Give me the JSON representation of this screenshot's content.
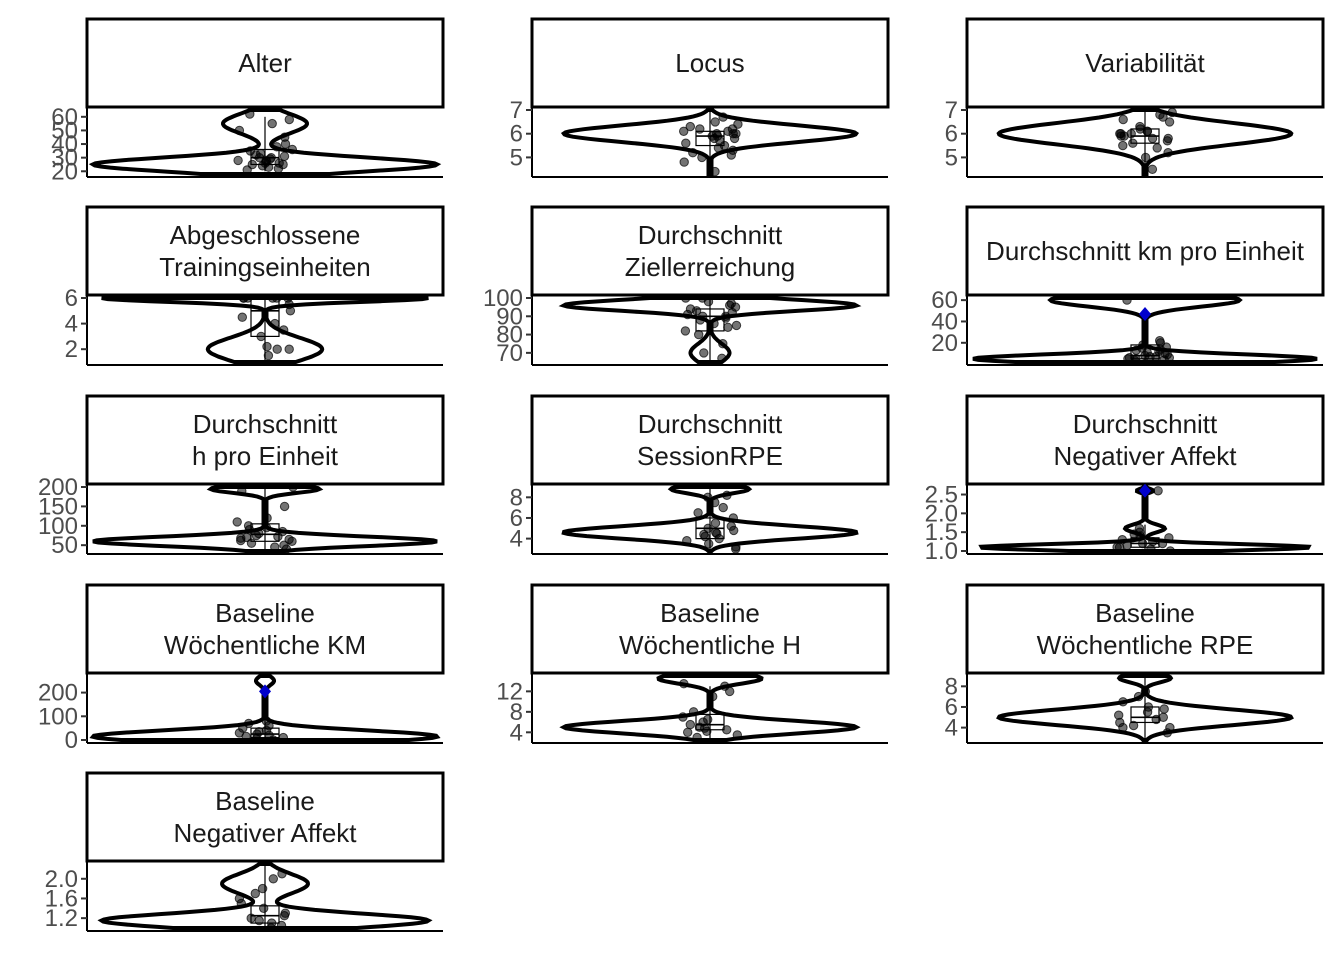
{
  "chart_data": {
    "type": "violin",
    "colors": {
      "outline": "#000000",
      "mean_marker": "#0000cc",
      "point": "#000000",
      "strip_fill": "#ffffff"
    },
    "panels": [
      {
        "strip": [
          "Alter"
        ],
        "yticks": [
          "20",
          "30",
          "40",
          "50",
          "60"
        ],
        "ylim": [
          18,
          65
        ],
        "points": [
          21,
          22,
          23,
          24,
          25,
          25,
          26,
          26,
          27,
          28,
          28,
          29,
          30,
          30,
          31,
          32,
          33,
          35,
          36,
          38,
          40,
          45,
          50,
          55,
          58,
          62
        ],
        "box": {
          "q1": 25,
          "median": 30,
          "q3": 36,
          "whisker_low": 20,
          "whisker_high": 60
        },
        "mean": null,
        "violin": {
          "mode": [
            25,
            0.9,
            5
          ],
          "bumps": [
            [
              55,
              0.22,
              7
            ]
          ],
          "width": 1.0
        }
      },
      {
        "strip": [
          "Locus"
        ],
        "yticks": [
          "5",
          "6",
          "7"
        ],
        "ylim": [
          4.3,
          7.0
        ],
        "points": [
          4.4,
          4.8,
          5.0,
          5.1,
          5.2,
          5.3,
          5.4,
          5.5,
          5.6,
          5.7,
          5.8,
          5.8,
          5.9,
          5.9,
          6.0,
          6.0,
          6.0,
          6.1,
          6.1,
          6.2,
          6.2,
          6.3,
          6.4,
          6.5,
          6.7
        ],
        "box": {
          "q1": 5.5,
          "median": 5.9,
          "q3": 6.1,
          "whisker_low": 4.3,
          "whisker_high": 7.0
        },
        "mean": null,
        "violin": {
          "mode": [
            6.0,
            0.8,
            0.35
          ],
          "bumps": [],
          "width": 0.85
        }
      },
      {
        "strip": [
          "Variabilität"
        ],
        "yticks": [
          "5",
          "6",
          "7"
        ],
        "ylim": [
          4.3,
          7.0
        ],
        "points": [
          4.5,
          5.0,
          5.2,
          5.4,
          5.5,
          5.6,
          5.7,
          5.8,
          5.8,
          5.9,
          5.9,
          6.0,
          6.0,
          6.0,
          6.1,
          6.1,
          6.2,
          6.3,
          6.5,
          6.6,
          6.7,
          6.8,
          6.9
        ],
        "box": {
          "q1": 5.6,
          "median": 5.9,
          "q3": 6.2,
          "whisker_low": 4.3,
          "whisker_high": 7.0
        },
        "mean": null,
        "violin": {
          "mode": [
            6.0,
            0.75,
            0.45
          ],
          "bumps": [],
          "width": 0.85
        }
      },
      {
        "strip": [
          "Abgeschlossene",
          "Trainingseinheiten"
        ],
        "yticks": [
          "2",
          "4",
          "6"
        ],
        "ylim": [
          1.0,
          6.0
        ],
        "points": [
          1.5,
          2.0,
          2.0,
          2.2,
          3.0,
          3.5,
          4.0,
          4.5,
          5.0,
          5.5,
          6.0,
          6.0,
          6.0,
          6.0,
          6.0,
          6.0
        ],
        "box": {
          "q1": 3.0,
          "median": 5.0,
          "q3": 6.0,
          "whisker_low": 1.0,
          "whisker_high": 6.0
        },
        "mean": null,
        "violin": {
          "mode": [
            6.0,
            1.0,
            0.3
          ],
          "bumps": [
            [
              2.0,
              0.35,
              0.9
            ]
          ],
          "width": 0.95
        }
      },
      {
        "strip": [
          "Durchschnitt",
          "Ziellerreichung"
        ],
        "yticks": [
          "70",
          "80",
          "90",
          "100"
        ],
        "ylim": [
          65,
          100
        ],
        "points": [
          67,
          70,
          75,
          80,
          82,
          84,
          85,
          86,
          88,
          89,
          90,
          90,
          91,
          92,
          93,
          94,
          95,
          96,
          97,
          98,
          100,
          100
        ],
        "box": {
          "q1": 82,
          "median": 90,
          "q3": 94,
          "whisker_low": 65,
          "whisker_high": 100
        },
        "mean": null,
        "violin": {
          "mode": [
            96,
            0.9,
            3
          ],
          "bumps": [
            [
              70,
              0.12,
              5
            ]
          ],
          "width": 0.85
        }
      },
      {
        "strip": [
          "Durchschnitt km pro Einheit"
        ],
        "yticks": [
          "20",
          "40",
          "60"
        ],
        "ylim": [
          2,
          62
        ],
        "points": [
          3,
          4,
          5,
          5,
          6,
          6,
          7,
          7,
          8,
          9,
          10,
          11,
          12,
          13,
          14,
          15,
          16,
          18,
          20,
          22,
          60
        ],
        "box": {
          "q1": 5,
          "median": 8,
          "q3": 18,
          "whisker_low": 2,
          "whisker_high": 30
        },
        "mean": 47,
        "violin": {
          "mode": [
            5,
            1.0,
            4
          ],
          "bumps": [
            [
              60,
              0.55,
              6
            ]
          ],
          "width": 1.0
        }
      },
      {
        "strip": [
          "Durchschnitt",
          "h pro Einheit"
        ],
        "yticks": [
          "50",
          "100",
          "150",
          "200"
        ],
        "ylim": [
          35,
          200
        ],
        "points": [
          40,
          45,
          50,
          55,
          60,
          62,
          65,
          68,
          70,
          72,
          75,
          80,
          85,
          90,
          95,
          100,
          110,
          120,
          150,
          190,
          200
        ],
        "box": {
          "q1": 60,
          "median": 78,
          "q3": 105,
          "whisker_low": 35,
          "whisker_high": 200
        },
        "mean": null,
        "violin": {
          "mode": [
            60,
            0.95,
            12
          ],
          "bumps": [
            [
              195,
              0.3,
              10
            ]
          ],
          "width": 1.0
        }
      },
      {
        "strip": [
          "Durchschnitt",
          "SessionRPE"
        ],
        "yticks": [
          "4",
          "6",
          "8"
        ],
        "ylim": [
          2.8,
          9.0
        ],
        "points": [
          3.0,
          3.2,
          3.5,
          3.8,
          4.0,
          4.2,
          4.4,
          4.5,
          4.6,
          4.8,
          5.0,
          5.2,
          5.5,
          6.0,
          6.5,
          7.0,
          7.5,
          8.0,
          8.2
        ],
        "box": {
          "q1": 4.0,
          "median": 5.0,
          "q3": 6.0,
          "whisker_low": 2.8,
          "whisker_high": 9.0
        },
        "mean": null,
        "violin": {
          "mode": [
            4.6,
            0.75,
            0.6
          ],
          "bumps": [
            [
              8.8,
              0.2,
              0.4
            ]
          ],
          "width": 0.85
        }
      },
      {
        "strip": [
          "Durchschnitt",
          "Negativer Affekt"
        ],
        "yticks": [
          "1.0",
          "1.5",
          "2.0",
          "2.5"
        ],
        "ylim": [
          1.0,
          2.7
        ],
        "points": [
          1.0,
          1.05,
          1.1,
          1.1,
          1.15,
          1.2,
          1.2,
          1.25,
          1.3,
          1.35,
          1.4,
          1.45,
          1.5,
          1.6,
          2.6
        ],
        "box": {
          "q1": 1.1,
          "median": 1.2,
          "q3": 1.35,
          "whisker_low": 1.0,
          "whisker_high": 1.7
        },
        "mean": 2.6,
        "violin": {
          "mode": [
            1.1,
            1.0,
            0.08
          ],
          "bumps": [
            [
              1.6,
              0.12,
              0.1
            ],
            [
              2.6,
              0.05,
              0.05
            ]
          ],
          "width": 0.95
        }
      },
      {
        "strip": [
          "Baseline",
          "Wöchentliche KM"
        ],
        "yticks": [
          "0",
          "100",
          "200"
        ],
        "ylim": [
          0,
          270
        ],
        "points": [
          0,
          5,
          10,
          15,
          20,
          25,
          30,
          35,
          40,
          50,
          60,
          70,
          80
        ],
        "box": {
          "q1": 10,
          "median": 25,
          "q3": 50,
          "whisker_low": 0,
          "whisker_high": 90
        },
        "mean": 205,
        "violin": {
          "mode": [
            15,
            0.95,
            25
          ],
          "bumps": [
            [
              250,
              0.05,
              18
            ]
          ],
          "width": 1.0
        }
      },
      {
        "strip": [
          "Baseline",
          "Wöchentliche H"
        ],
        "yticks": [
          "4",
          "8",
          "12"
        ],
        "ylim": [
          2.5,
          15
        ],
        "points": [
          3.0,
          3.5,
          4.0,
          4.2,
          4.5,
          4.8,
          5.0,
          5.5,
          6.0,
          6.5,
          7.0,
          8.0,
          11,
          12,
          13,
          13.5
        ],
        "box": {
          "q1": 4.5,
          "median": 5.5,
          "q3": 7.5,
          "whisker_low": 2.5,
          "whisker_high": 13
        },
        "mean": null,
        "violin": {
          "mode": [
            5.0,
            0.85,
            1.2
          ],
          "bumps": [
            [
              14.5,
              0.3,
              1.0
            ]
          ],
          "width": 0.85
        }
      },
      {
        "strip": [
          "Baseline",
          "Wöchentliche RPE"
        ],
        "yticks": [
          "4",
          "6",
          "8"
        ],
        "ylim": [
          2.8,
          9.0
        ],
        "points": [
          3.5,
          4.0,
          4.0,
          4.2,
          4.5,
          4.8,
          5.0,
          5.2,
          5.5,
          5.8,
          6.0,
          6.5,
          7.0,
          7.5
        ],
        "box": {
          "q1": 4.5,
          "median": 5.0,
          "q3": 6.0,
          "whisker_low": 2.8,
          "whisker_high": 9.0
        },
        "mean": null,
        "violin": {
          "mode": [
            5.0,
            0.85,
            0.75
          ],
          "bumps": [
            [
              8.8,
              0.15,
              0.4
            ]
          ],
          "width": 0.85
        }
      },
      {
        "strip": [
          "Baseline",
          "Negativer Affekt"
        ],
        "yticks": [
          "1.2",
          "1.6",
          "2.0"
        ],
        "ylim": [
          1.0,
          2.3
        ],
        "points": [
          1.0,
          1.05,
          1.1,
          1.15,
          1.2,
          1.25,
          1.3,
          1.4,
          1.5,
          1.6,
          1.7,
          1.8,
          2.0,
          2.1
        ],
        "box": {
          "q1": 1.1,
          "median": 1.25,
          "q3": 1.45,
          "whisker_low": 1.0,
          "whisker_high": 2.3
        },
        "mean": null,
        "violin": {
          "mode": [
            1.15,
            0.95,
            0.14
          ],
          "bumps": [
            [
              1.9,
              0.25,
              0.2
            ]
          ],
          "width": 0.95
        }
      }
    ]
  }
}
